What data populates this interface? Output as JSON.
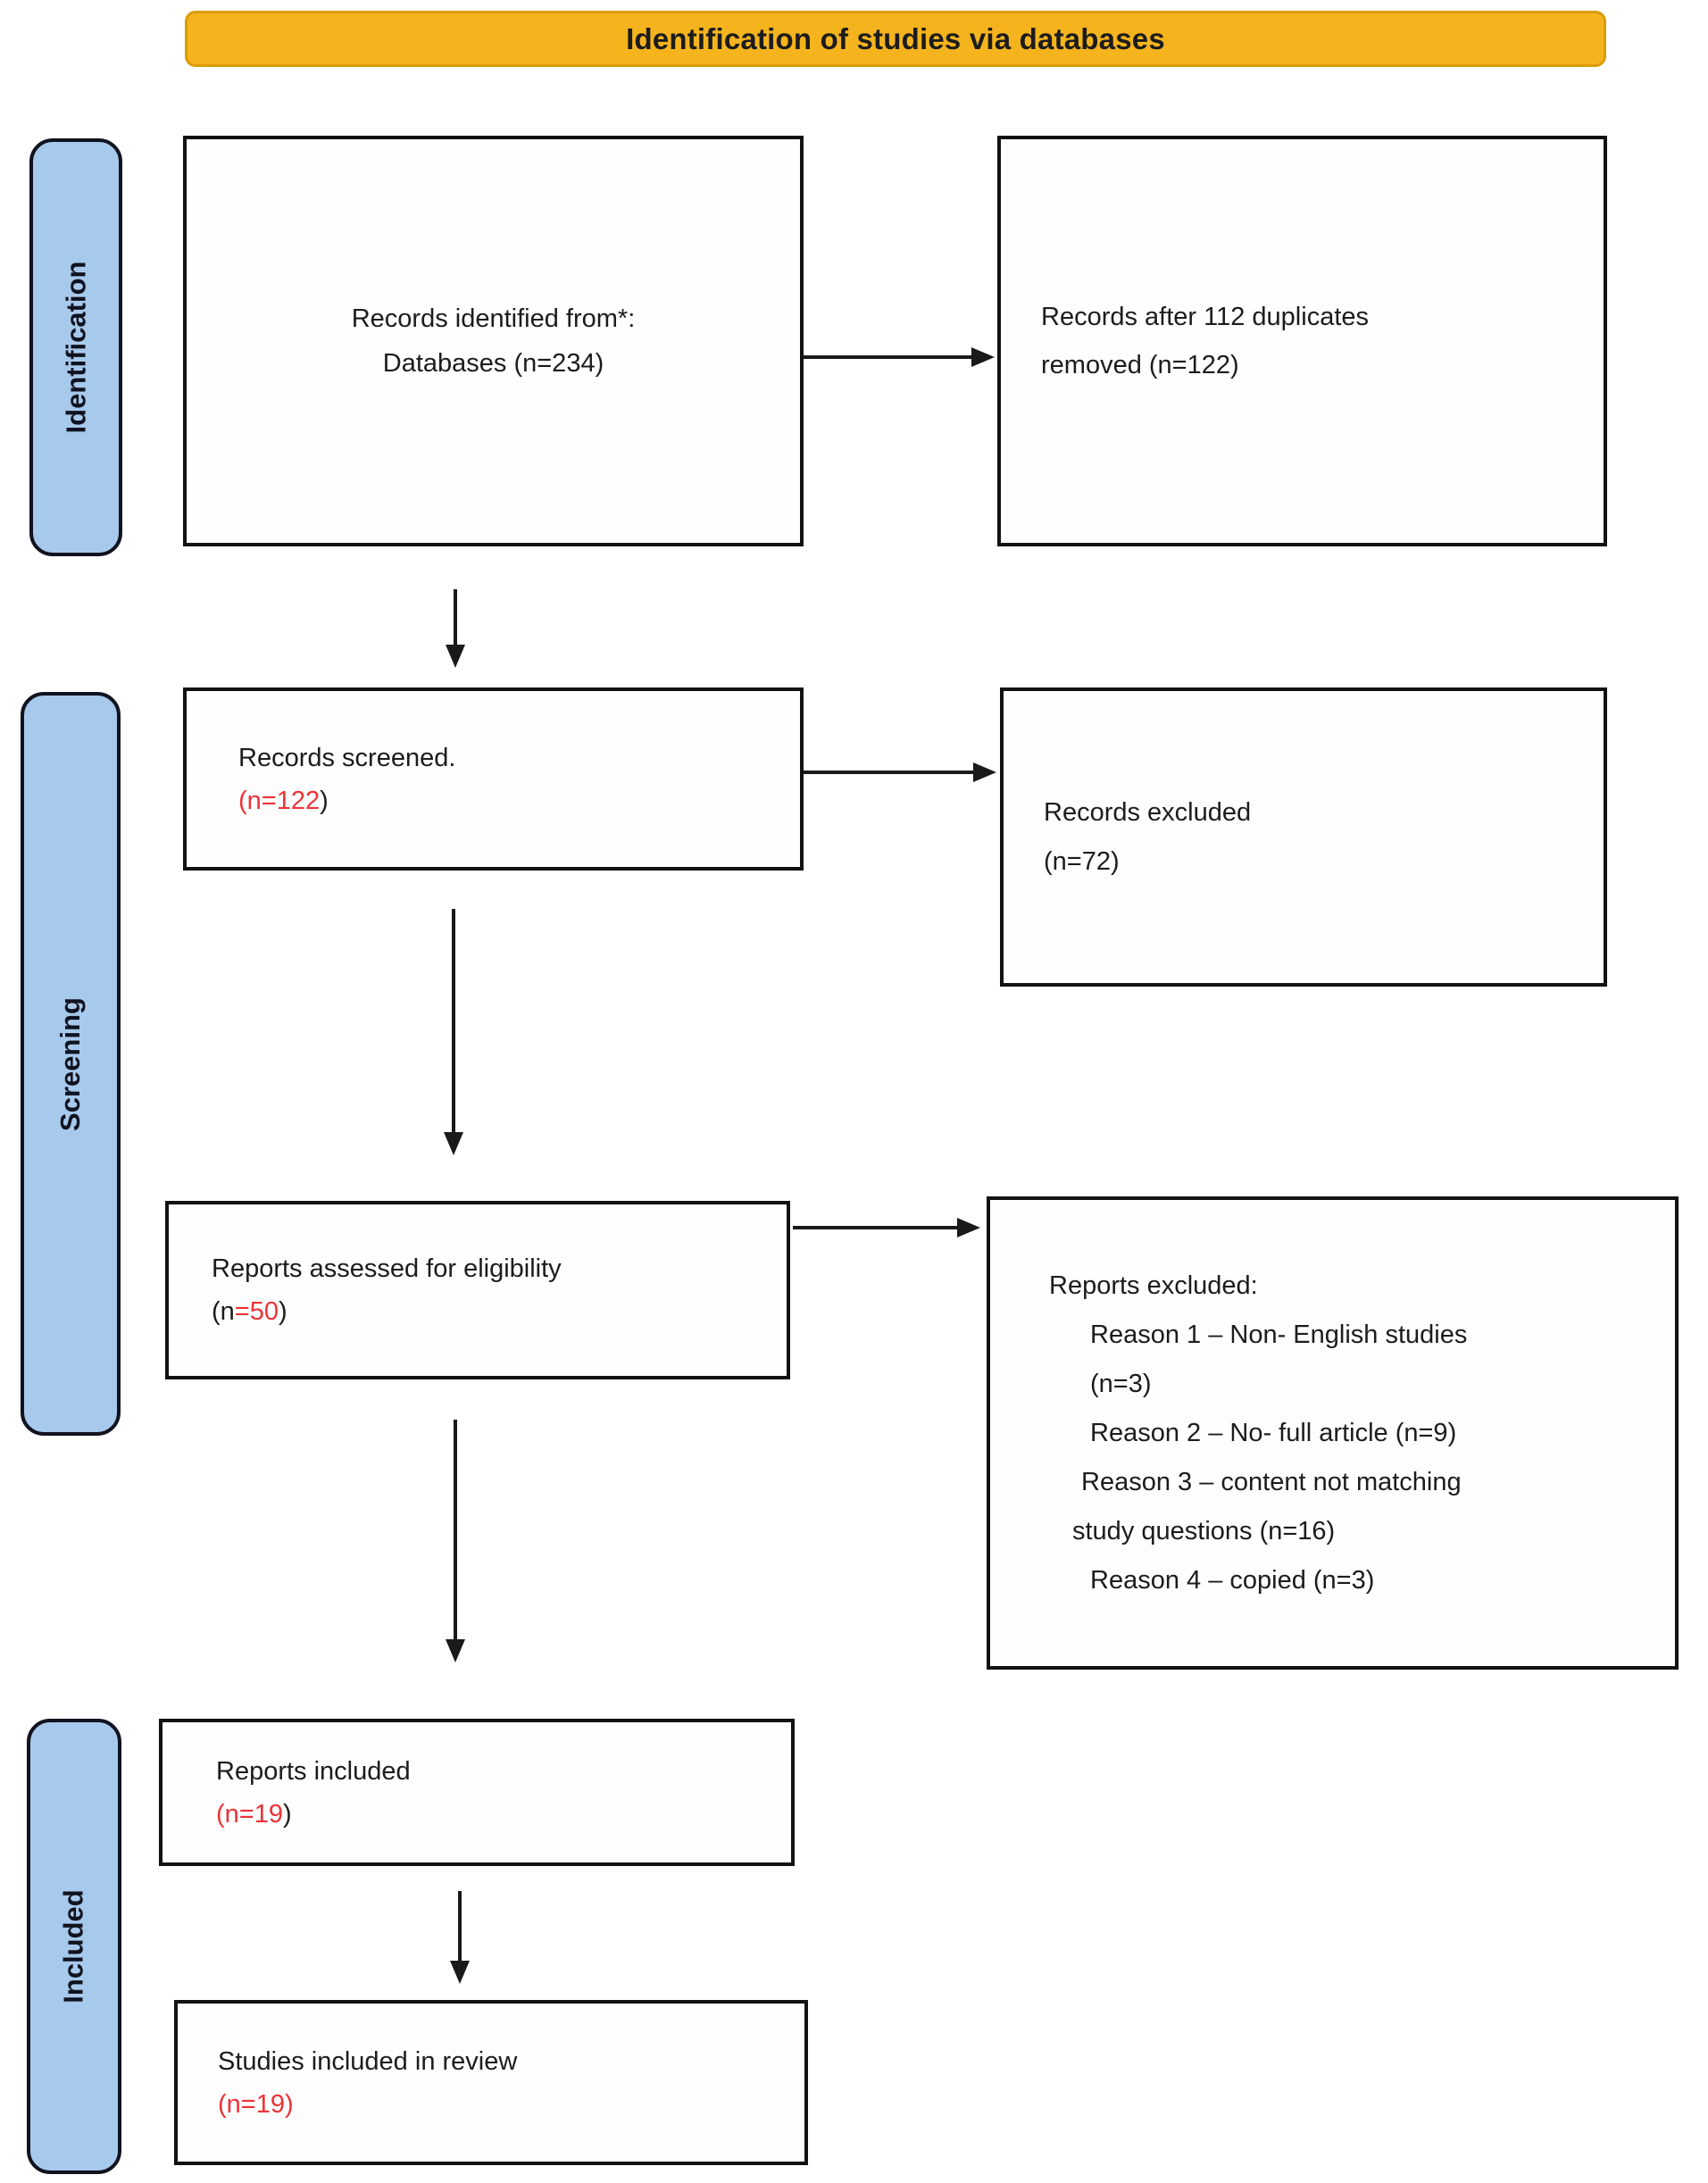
{
  "banner": {
    "title": "Identification of studies via databases"
  },
  "sidebar": {
    "labels": {
      "identification": "Identification",
      "screening": "Screening",
      "included": "Included"
    }
  },
  "boxes": {
    "records_identified": {
      "line1": "Records identified from*:",
      "line2": "Databases (n=234)"
    },
    "duplicates_removed": {
      "line1": "Records after 112 duplicates",
      "line2": "removed (n=122)"
    },
    "records_screened": {
      "line1": "Records screened.",
      "count_red": "(n=122",
      "count_suffix": ")"
    },
    "records_excluded": {
      "line1": "Records excluded",
      "line2": "(n=72)"
    },
    "reports_assessed": {
      "line1": "Reports assessed for eligibility",
      "count_prefix": "(n",
      "count_red": "=50",
      "count_suffix": ")"
    },
    "reports_excluded": {
      "title": "Reports excluded:",
      "lines": [
        "Reason 1 – Non- English studies",
        "(n=3)",
        "Reason 2 – No- full article (n=9)",
        "Reason 3 – content not matching",
        "study questions (n=16)",
        "Reason 4 – copied (n=3)"
      ]
    },
    "reports_included": {
      "line1": "Reports included",
      "count_red": "(n=19",
      "count_suffix": ")"
    },
    "studies_included": {
      "line1": "Studies included in review",
      "count_red": "(n=19)"
    }
  },
  "colors": {
    "banner_fill": "#F5B41E",
    "banner_border": "#DA9C07",
    "sidebar_fill": "#A7C9EC",
    "box_border": "#121212",
    "accent_red": "#ED3237"
  }
}
